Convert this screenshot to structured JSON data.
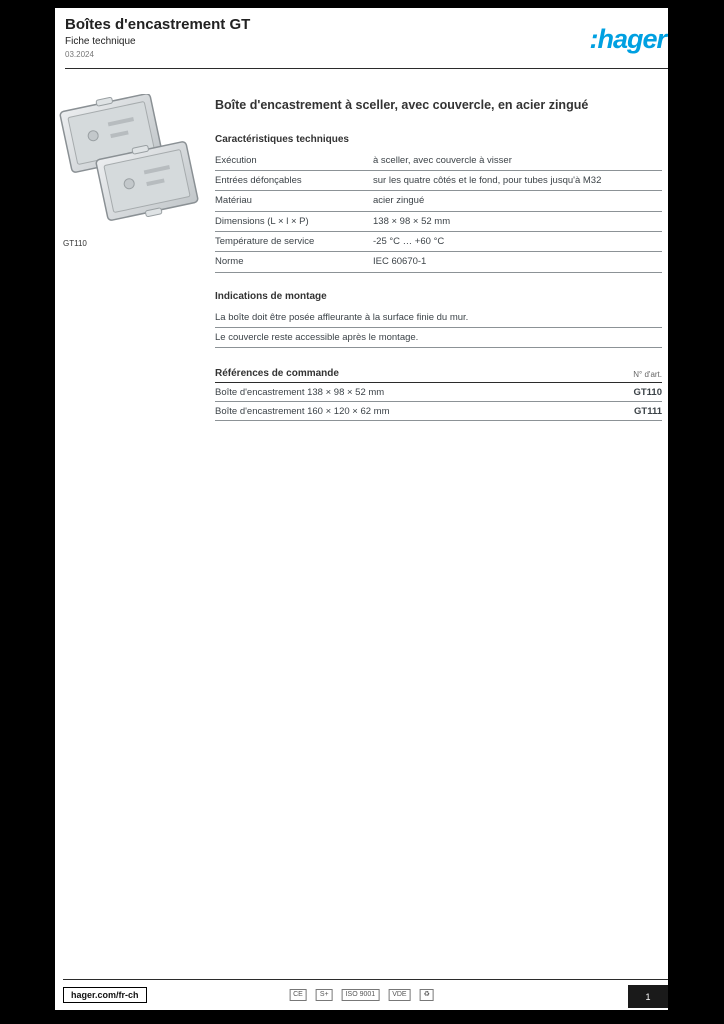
{
  "header": {
    "title": "Boîtes d'encastrement GT",
    "subtitle": "Fiche technique",
    "edition": "03.2024",
    "logo_text": ":hager",
    "logo_color": "#00a0e1"
  },
  "product": {
    "caption": "GT110"
  },
  "main": {
    "title": "Boîte d'encastrement à sceller, avec couvercle, en acier zingué",
    "section1": {
      "heading": "Caractéristiques techniques",
      "rows": [
        {
          "label": "Exécution",
          "value": "à sceller, avec couvercle à visser"
        },
        {
          "label": "Entrées défonçables",
          "value": "sur les quatre côtés et le fond, pour tubes jusqu'à M32"
        },
        {
          "label": "Matériau",
          "value": "acier zingué"
        },
        {
          "label": "Dimensions (L × l × P)",
          "value": "138 × 98 × 52 mm"
        },
        {
          "label": "Température de service",
          "value": "-25 °C … +60 °C"
        },
        {
          "label": "Norme",
          "value": "IEC 60670-1"
        }
      ]
    },
    "section2": {
      "heading": "Indications de montage",
      "rows": [
        {
          "text": "La boîte doit être posée affleurante à la surface finie du mur."
        },
        {
          "text": "Le couvercle reste accessible après le montage."
        }
      ]
    },
    "section3": {
      "heading": "Références de commande",
      "col_right": "N° d'art.",
      "rows": [
        {
          "label": "Boîte d'encastrement 138 × 98 × 52 mm",
          "ref": "GT110"
        },
        {
          "label": "Boîte d'encastrement 160 × 120 × 62 mm",
          "ref": "GT111"
        }
      ]
    }
  },
  "footer": {
    "site": "hager.com/fr-ch",
    "marks": [
      "CE",
      "S+",
      "ISO 9001",
      "VDE",
      "♻"
    ],
    "page_ref": "1"
  }
}
